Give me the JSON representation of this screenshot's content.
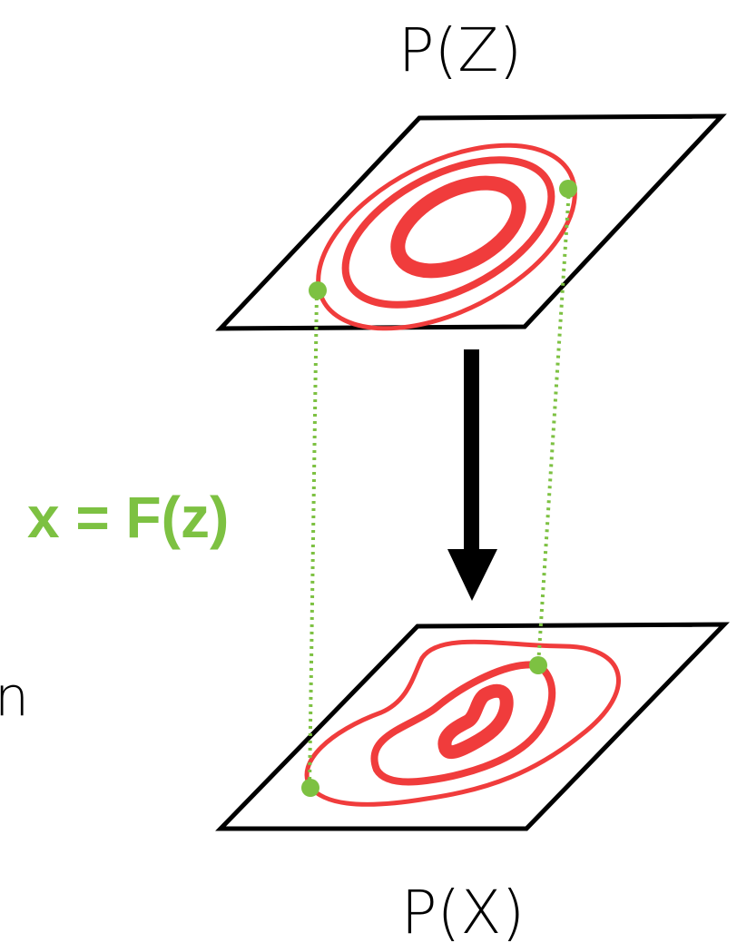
{
  "labels": {
    "top_distribution": "P(Z)",
    "bottom_distribution": "P(X)",
    "mapping": "x = F(z)",
    "clipped_left_text": "n"
  },
  "colors": {
    "contour": "#f03c3c",
    "mapping": "#7dc142",
    "outline": "#000000",
    "background": "#ffffff"
  }
}
